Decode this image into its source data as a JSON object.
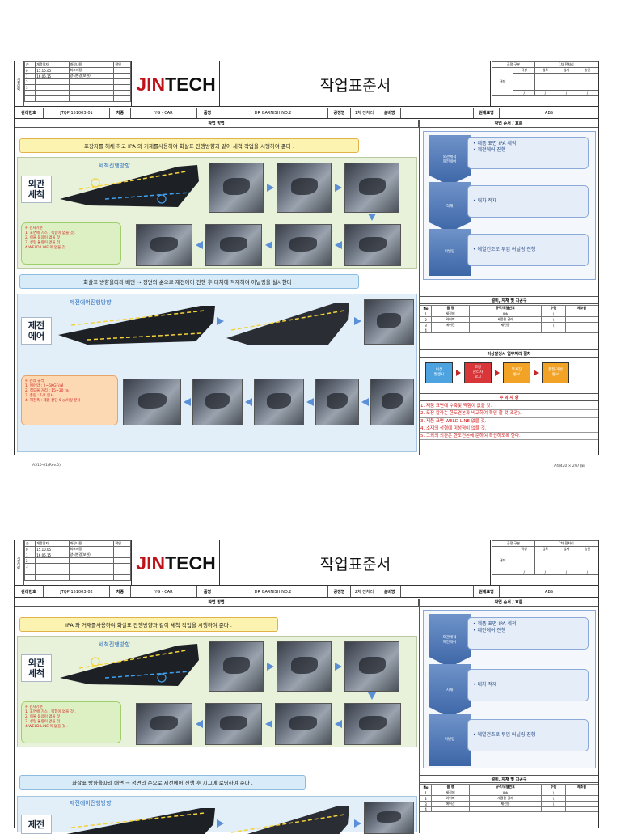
{
  "header": {
    "rev_side": "개정이력",
    "rev_cols": [
      "순",
      "개정일자",
      "개정내용",
      "확인"
    ],
    "rev_rows": [
      [
        "0",
        "15.10.05",
        "최초제정",
        ""
      ],
      [
        "1",
        "16.06.15",
        "양식변경(보완)",
        ""
      ],
      [
        "2",
        "",
        "",
        ""
      ],
      [
        "3",
        "",
        "",
        ""
      ]
    ],
    "logo_a": "JIN",
    "logo_b": " TECH",
    "title": "작업표준서",
    "approval_cols": [
      "작성",
      "검토",
      "심사",
      "승인"
    ],
    "approval_side": "결재"
  },
  "sheets": [
    {
      "process_div_label": "공정 구분",
      "process_div_value": "1차 전처리",
      "info": {
        "mgmt_label": "관리번호",
        "mgmt_value": "JTQP-151003-01",
        "car_label": "차종",
        "car_value": "YG - CAR",
        "item_label": "품명",
        "item_value": "DR GARNISH NO.2",
        "proc_label": "공정명",
        "proc_value": "1차 전처리",
        "equip_label": "설비명",
        "equip_value": "",
        "material_label": "원재료명",
        "material_value": "ABS"
      },
      "method_header": "작업 방법",
      "order_header": "작업 순서 / 흐름",
      "band1": "포장지를 해체 하고 IPA 와 거재를사용하여 화살표 진행방향과 같이 세척 작업을 시행하여 준다 .",
      "sec1_label": "외관\n세척",
      "sec1_dir": "세척진행방향",
      "inspect_note": "※ 검사기준\n1. 표면에 기스 , 찍힘이 없을 것 .\n2. 이물 묻음이 없을 것\n3. 성형 불량이 없을 것\n4.WELD LINE 이 없을 것 .",
      "band2": "화살표 방향을따라 배면 → 정면의 순으로 제전에어 진행 후 대차에 적재하여 어닐링을 실시한다 .",
      "sec2_label": "제전\n에어",
      "sec2_dir": "제전에어진행방향",
      "mgmt_note": "※ 관리 규격\n1. 에어압 : 2~5KGF/㎠\n2. 적도물 거리 : 15~30 ㎝\n3. 총량 : 1/2 분사\n4. 제전폭 : 제품 끝단 5 ㎝이상 분사",
      "flow": [
        {
          "step": "외관세척\n제전에어",
          "text": "• 제품 표면 IPA 세척\n• 제전에어 진행"
        },
        {
          "step": "적재",
          "text": "• 대차 적재"
        },
        {
          "step": "어닐링",
          "text": "• 에열건조로 투입 어닐링 진행"
        }
      ],
      "equip_header": "설비, 자재 및 치공구",
      "equip_cols": [
        "No",
        "품 명",
        "규격/모델번호",
        "수량",
        "제조원"
      ],
      "equip_rows": [
        [
          "1",
          "세정제",
          "IPA",
          "\\",
          ""
        ],
        [
          "2",
          "와이퍼",
          "세정용 걸레",
          "\\",
          ""
        ],
        [
          "3",
          "에어건",
          "제전용",
          "\\",
          ""
        ],
        [
          "4",
          "",
          "",
          "",
          ""
        ]
      ],
      "abnormal_header": "이상발생시 업무처리 절차",
      "abnormal_steps": [
        "이상\n발생시",
        "조장\n관리자\n보고",
        "부서장\n통보",
        "품질/개발\n통보"
      ],
      "caution_header": "주 의 사 항",
      "cautions": [
        "1. 제품 표면에 수축및 찍힘이 없을 것.",
        "2. 도장 칼라는 한도견본과 비교하여 확인 할 것(조광).",
        "3. 제품 표면 WELD LINE 없을 것.",
        "4. 소재의 성형에 미성형이 없을 것.",
        "5. 그외의 외관은 한도견본에 준하여 확인하도록 한다."
      ],
      "footer_left": "A510-01(Rev.0)",
      "footer_right": "A4(420 × 297)㎜"
    },
    {
      "process_div_label": "공정 구분",
      "process_div_value": "2차 전처리",
      "info": {
        "mgmt_label": "관리번호",
        "mgmt_value": "JTQP-151003-02",
        "car_label": "차종",
        "car_value": "YG - CAR",
        "item_label": "품명",
        "item_value": "DR GARNISH NO.2",
        "proc_label": "공정명",
        "proc_value": "2차 전처리",
        "equip_label": "설비명",
        "equip_value": "",
        "material_label": "원재료명",
        "material_value": "ABS"
      },
      "method_header": "작업 방법",
      "order_header": "작업 순서 / 흐름",
      "band1": "IPA 와 거재를사용하여 화살표 진행방향과 같이 세척 작업을 시행하여 준다 .",
      "sec1_label": "외관\n세척",
      "sec1_dir": "세척진행방향",
      "inspect_note": "※ 검사기준\n1. 표면에 기스 , 찍힘이 없을 것 .\n2. 이물 묻음이 없을 것\n3. 성형 불량이 없을 것\n4.WELD LINE 이 없을 것 .",
      "band2": "화살표 방향을따라 배면 → 정면의 순으로 제전에어 진행 후 지그에 로딩하여 준다 .",
      "sec2_label": "제전",
      "sec2_dir": "제전에어진행방향",
      "flow": [
        {
          "step": "외관세척\n제전에어",
          "text": "• 제품 표면 IPA 세척\n• 제전에어 진행"
        },
        {
          "step": "지재",
          "text": "• 대차 적재"
        },
        {
          "step": "어닐링",
          "text": "• 에열건조로 투입 어닐링 진행"
        }
      ],
      "equip_header": "설비, 자재 및 치공구",
      "equip_cols": [
        "No",
        "품 명",
        "규격/모델번호",
        "수량",
        "제조원"
      ],
      "equip_rows": [
        [
          "1",
          "세정제",
          "IPA",
          "\\",
          ""
        ],
        [
          "2",
          "와이퍼",
          "세정용 걸레",
          "\\",
          ""
        ],
        [
          "3",
          "에어건",
          "제전용",
          "\\",
          ""
        ],
        [
          "4",
          "",
          "",
          "",
          ""
        ]
      ]
    }
  ]
}
